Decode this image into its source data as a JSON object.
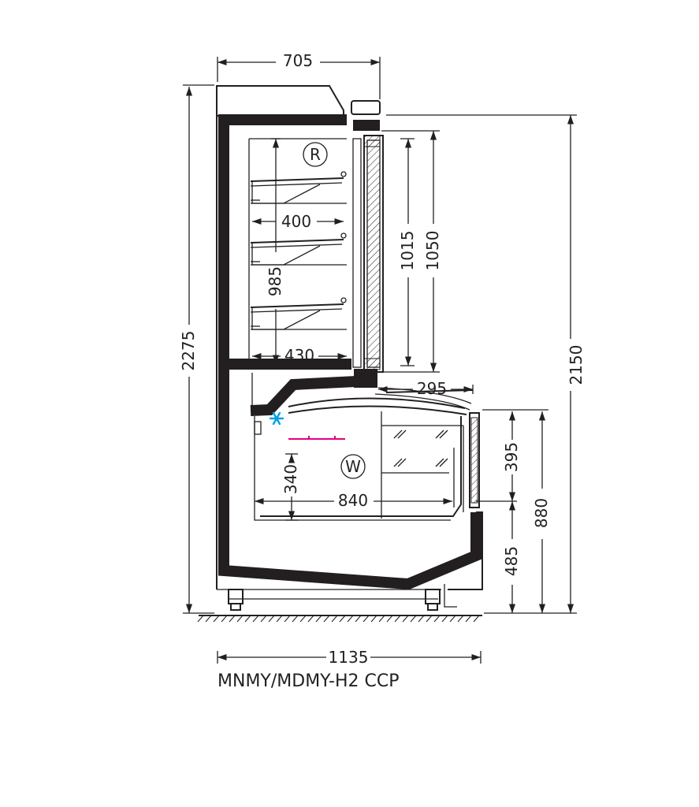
{
  "diagram": {
    "model_caption": "MNMY/MDMY-H2 CCP",
    "circle_labels": {
      "upper": "R",
      "lower": "W"
    },
    "dimensions": {
      "top_depth": "705",
      "total_height": "2275",
      "shelf_depth": "400",
      "shelf_height": "985",
      "bottom_shelf_depth": "430",
      "door_glass_height": "1015",
      "door_height": "1050",
      "canopy_depth": "295",
      "height_right": "2150",
      "well_front_height": "395",
      "counter_height": "880",
      "well_depth_height": "340",
      "well_depth": "840",
      "base_height": "485",
      "overall_depth": "1135"
    },
    "colors": {
      "line": "#231f20",
      "evaporator_icon": "#00a0e3",
      "light_marker": "#e5007e"
    },
    "icons": [
      "snowflake-icon"
    ]
  }
}
